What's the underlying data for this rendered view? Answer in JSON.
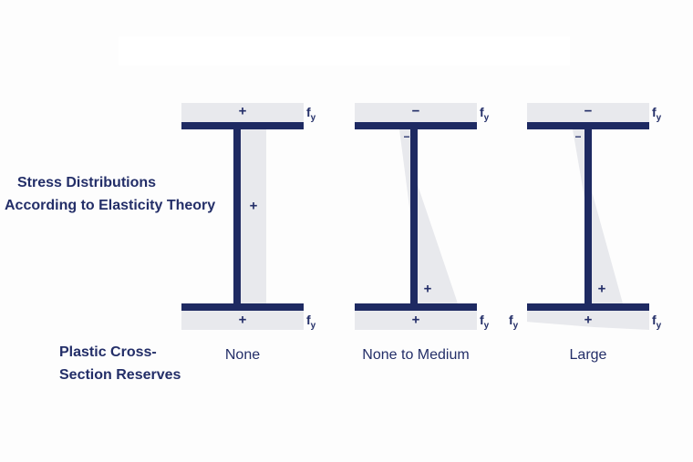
{
  "title": {
    "line1": "Stress Distributions",
    "line2": "According to Elasticity Theory"
  },
  "row_label": {
    "line1": "Plastic Cross-",
    "line2": "Section Reserves"
  },
  "fy": {
    "base": "f",
    "sub": "y"
  },
  "colors": {
    "navy": "#1e2a62",
    "light_gray": "#e8e9ed",
    "text_navy": "#232e68",
    "background": "#fdfdfd"
  },
  "beams": [
    {
      "label": "None",
      "top_sign": "+",
      "web_sign": "+",
      "bottom_sign": "+"
    },
    {
      "label": "None to Medium",
      "top_sign": "−",
      "web_upper_sign": "−",
      "web_lower_sign": "+",
      "bottom_sign": "+"
    },
    {
      "label": "Large",
      "top_sign": "−",
      "web_upper_sign": "−",
      "web_lower_sign": "+",
      "bottom_sign": "+"
    }
  ]
}
